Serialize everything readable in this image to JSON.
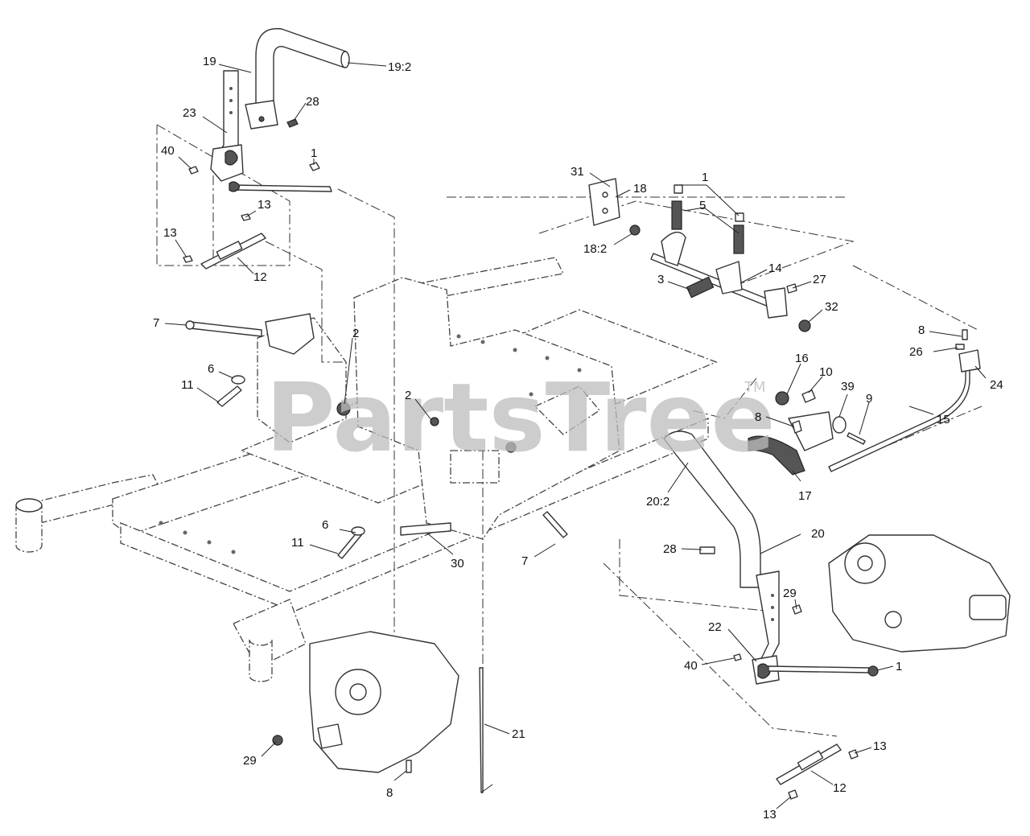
{
  "watermark": {
    "text": "PartsTree",
    "trademark": "TM"
  },
  "labels": [
    {
      "id": "l1",
      "text": "19"
    },
    {
      "id": "l2",
      "text": "19:2"
    },
    {
      "id": "l3",
      "text": "28"
    },
    {
      "id": "l4",
      "text": "23"
    },
    {
      "id": "l5",
      "text": "40"
    },
    {
      "id": "l6",
      "text": "1"
    },
    {
      "id": "l7",
      "text": "13"
    },
    {
      "id": "l8",
      "text": "13"
    },
    {
      "id": "l9",
      "text": "12"
    },
    {
      "id": "l10",
      "text": "31"
    },
    {
      "id": "l11",
      "text": "18"
    },
    {
      "id": "l12",
      "text": "18:2"
    },
    {
      "id": "l13",
      "text": "1"
    },
    {
      "id": "l14",
      "text": "5"
    },
    {
      "id": "l15",
      "text": "14"
    },
    {
      "id": "l16",
      "text": "3"
    },
    {
      "id": "l17",
      "text": "27"
    },
    {
      "id": "l18",
      "text": "32"
    },
    {
      "id": "l19",
      "text": "8"
    },
    {
      "id": "l20",
      "text": "26"
    },
    {
      "id": "l21",
      "text": "24"
    },
    {
      "id": "l22",
      "text": "15"
    },
    {
      "id": "l23",
      "text": "7"
    },
    {
      "id": "l24",
      "text": "2"
    },
    {
      "id": "l25",
      "text": "6"
    },
    {
      "id": "l26",
      "text": "11"
    },
    {
      "id": "l27",
      "text": "2"
    },
    {
      "id": "l28",
      "text": "16"
    },
    {
      "id": "l29",
      "text": "10"
    },
    {
      "id": "l30",
      "text": "39"
    },
    {
      "id": "l31",
      "text": "9"
    },
    {
      "id": "l32",
      "text": "8"
    },
    {
      "id": "l33",
      "text": "17"
    },
    {
      "id": "l34",
      "text": "20:2"
    },
    {
      "id": "l35",
      "text": "20"
    },
    {
      "id": "l36",
      "text": "6"
    },
    {
      "id": "l37",
      "text": "11"
    },
    {
      "id": "l38",
      "text": "30"
    },
    {
      "id": "l39",
      "text": "7"
    },
    {
      "id": "l40",
      "text": "28"
    },
    {
      "id": "l41",
      "text": "29"
    },
    {
      "id": "l42",
      "text": "22"
    },
    {
      "id": "l43",
      "text": "40"
    },
    {
      "id": "l44",
      "text": "1"
    },
    {
      "id": "l45",
      "text": "21"
    },
    {
      "id": "l46",
      "text": "29"
    },
    {
      "id": "l47",
      "text": "8"
    },
    {
      "id": "l48",
      "text": "13"
    },
    {
      "id": "l49",
      "text": "12"
    },
    {
      "id": "l50",
      "text": "13"
    }
  ]
}
